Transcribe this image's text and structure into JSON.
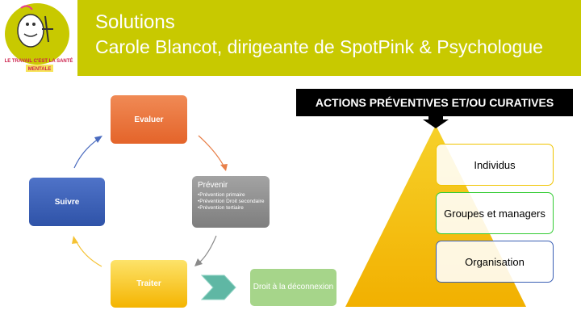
{
  "header": {
    "title": "Solutions",
    "subtitle": "Carole Blancot, dirigeante de SpotPink & Psychologue",
    "logo_text_1": "LE TRAVAIL C'EST LA SANTÉ",
    "logo_text_2": "MENTALE"
  },
  "cycle": {
    "evaluer": "Evaluer",
    "suivre": "Suivre",
    "traiter": "Traiter",
    "prevenir_title": "Prévenir",
    "prevenir_items": [
      "•Prévention primaire",
      "•Prévention Droit secondaire",
      "•Prévention tertiaire"
    ]
  },
  "droit": "Droit à la déconnexion",
  "pyramid": {
    "banner": "ACTIONS PRÉVENTIVES ET/OU CURATIVES",
    "levels": [
      "Individus",
      "Groupes et managers",
      "Organisation"
    ]
  },
  "colors": {
    "header": "#c8c900",
    "evaluer": "#e4642a",
    "suivre": "#2f53a8",
    "traiter": "#f4b400",
    "prevenir": "#7e7e7e",
    "droit": "#a6d58a",
    "pyramid": "#f2b800"
  }
}
